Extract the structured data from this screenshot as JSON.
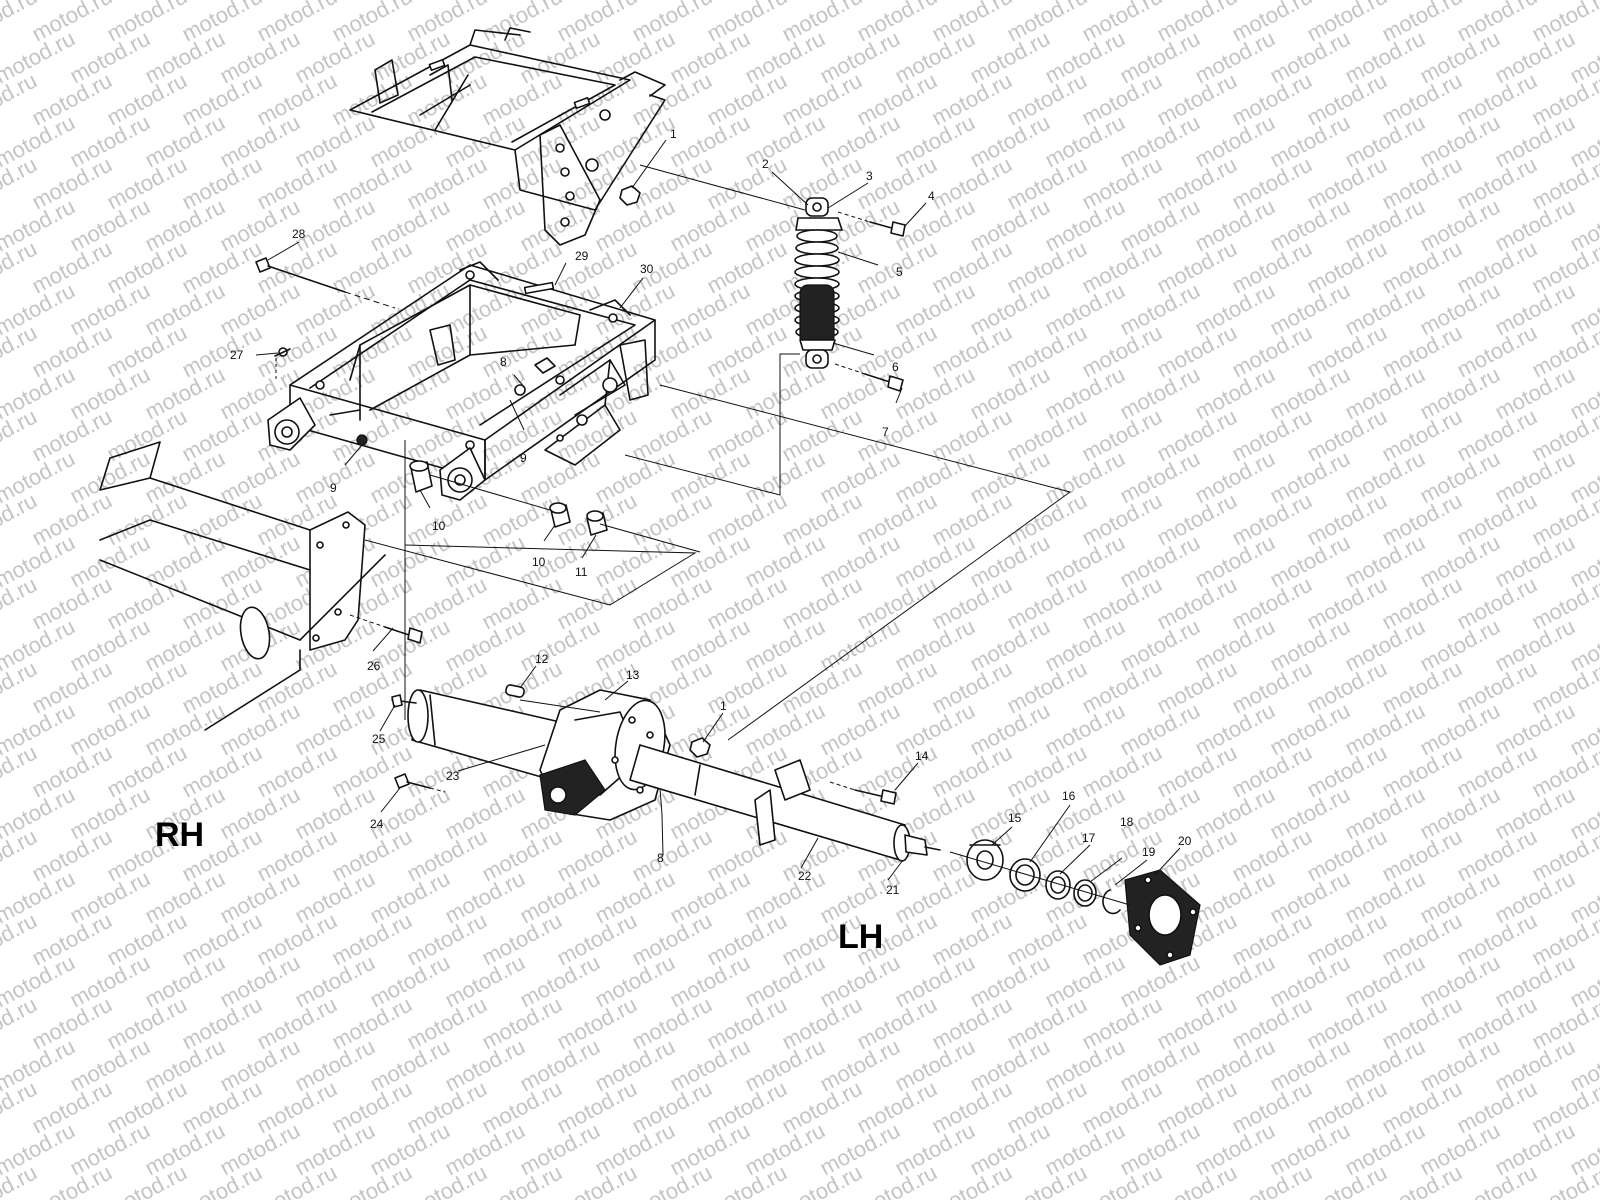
{
  "watermark": "motod.ru",
  "side_labels": {
    "rh": "RH",
    "lh": "LH"
  },
  "callouts": {
    "c1a": "1",
    "c1b": "1",
    "c2": "2",
    "c3": "3",
    "c4": "4",
    "c5": "5",
    "c6": "6",
    "c7": "7",
    "c8a": "8",
    "c8b": "8",
    "c9a": "9",
    "c9b": "9",
    "c10a": "10",
    "c10b": "10",
    "c11": "11",
    "c12": "12",
    "c13": "13",
    "c14": "14",
    "c15": "15",
    "c16": "16",
    "c17": "17",
    "c18": "18",
    "c19": "19",
    "c20": "20",
    "c21": "21",
    "c22": "22",
    "c23": "23",
    "c24": "24",
    "c25": "25",
    "c26": "26",
    "c27": "27",
    "c28": "28",
    "c29": "29",
    "c30": "30"
  }
}
